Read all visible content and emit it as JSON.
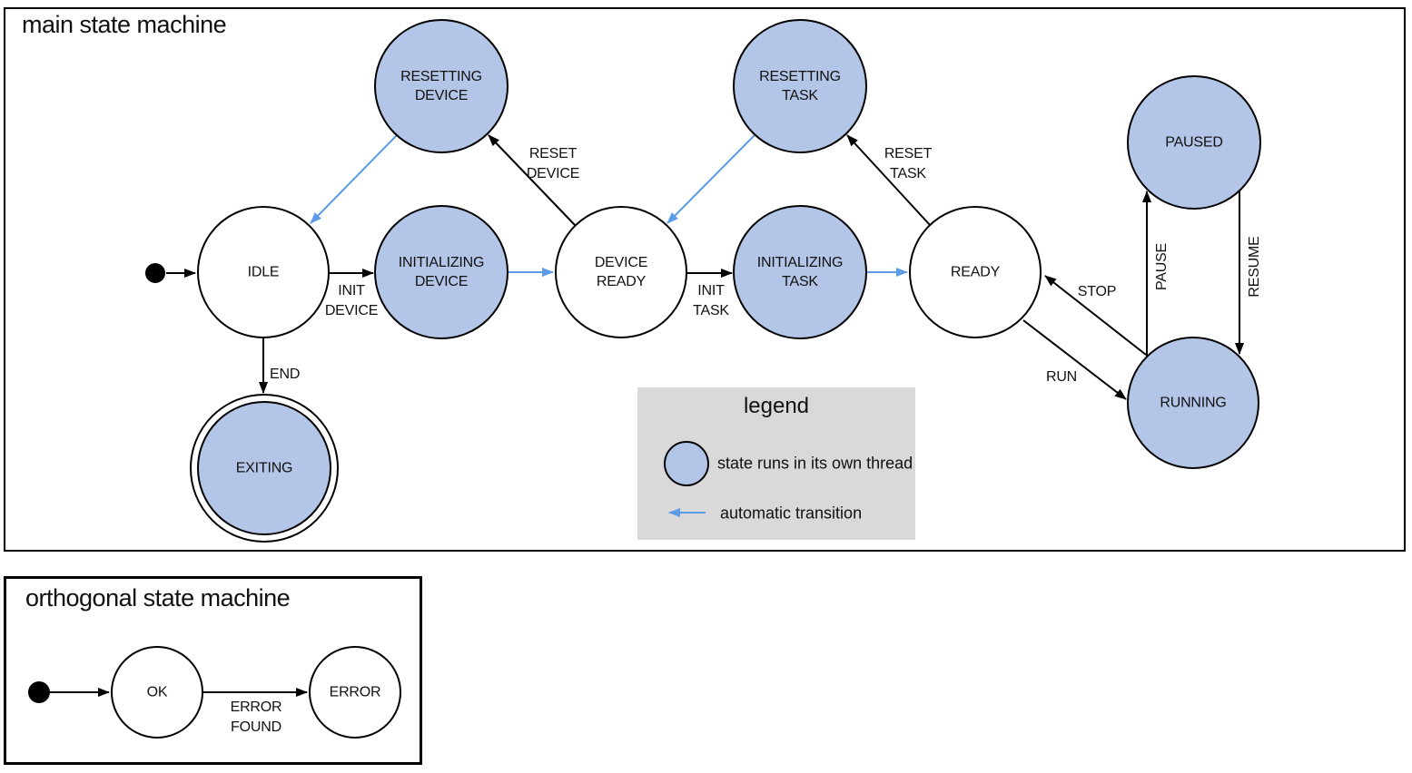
{
  "main": {
    "title": "main state machine",
    "states": {
      "idle": "IDLE",
      "resetting_device": "RESETTING DEVICE",
      "initializing_device": "INITIALIZING DEVICE",
      "device_ready": "DEVICE READY",
      "resetting_task": "RESETTING TASK",
      "initializing_task": "INITIALIZING TASK",
      "ready": "READY",
      "paused": "PAUSED",
      "running": "RUNNING",
      "exiting": "EXITING"
    },
    "transitions": {
      "init_device": "INIT DEVICE",
      "reset_device": "RESET DEVICE",
      "init_task": "INIT TASK",
      "reset_task": "RESET TASK",
      "stop": "STOP",
      "run": "RUN",
      "pause": "PAUSE",
      "resume": "RESUME",
      "end": "END"
    }
  },
  "legend": {
    "title": "legend",
    "items": [
      {
        "label": "state runs in its own thread"
      },
      {
        "label": "automatic transition"
      }
    ]
  },
  "ortho": {
    "title": "orthogonal state machine",
    "states": {
      "ok": "OK",
      "error": "ERROR"
    },
    "transitions": {
      "error_found": "ERROR FOUND"
    }
  },
  "colors": {
    "threaded_state_fill": "#b3c6e7",
    "automatic_transition": "#5c9ce6",
    "legend_background": "#d9d9d9",
    "stroke": "#000000"
  }
}
